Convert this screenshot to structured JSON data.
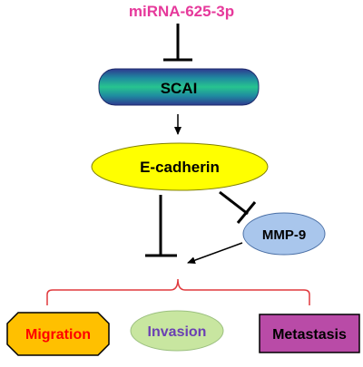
{
  "nodes": {
    "mirna": {
      "label": "miRNA-625-3p",
      "color": "#e6399b"
    },
    "scai": {
      "label": "SCAI",
      "color": "#000000"
    },
    "ecadherin": {
      "label": "E-cadherin",
      "fill": "#ffff00"
    },
    "mmp9": {
      "label": "MMP-9",
      "fill": "#a9c6ec"
    },
    "migration": {
      "label": "Migration",
      "fill": "#ffc000",
      "text_color": "#ff0000"
    },
    "invasion": {
      "label": "Invasion",
      "fill": "#c8e6a0",
      "text_color": "#6a3fb3"
    },
    "metastasis": {
      "label": "Metastasis",
      "fill": "#b94ba7",
      "text_color": "#000000"
    }
  },
  "colors": {
    "bracket": "#e0393d",
    "edge": "#000000"
  }
}
